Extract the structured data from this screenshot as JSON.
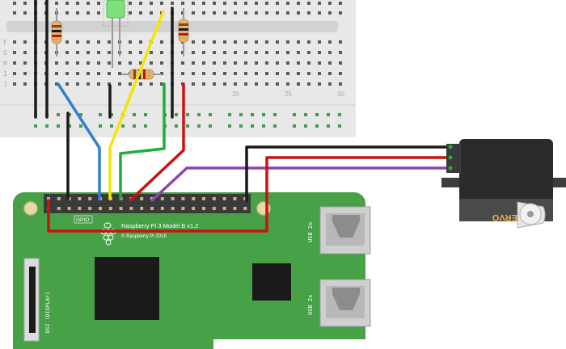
{
  "breadboard": {
    "row_labels": [
      "F",
      "G",
      "H",
      "I",
      "J"
    ],
    "column_numbers": [
      "20",
      "25",
      "30"
    ]
  },
  "raspberry_pi": {
    "model_text": "Raspberry Pi 3 Model B v1.2",
    "copyright_text": "© Raspberry Pi 2015",
    "gpio_label": "GPIO",
    "usb_label_1": "USB 2x",
    "usb_label_2": "USB 2x",
    "display_label": "DSI (DISPLAY)"
  },
  "servo": {
    "label": "SERVO"
  },
  "colors": {
    "board_green": "#46a147",
    "breadboard": "#e6e6e6",
    "wire_black": "#1a1a1a",
    "wire_blue": "#2f7fd0",
    "wire_yellow": "#f2e600",
    "wire_green": "#1fae3a",
    "wire_red": "#cc1111",
    "wire_purple": "#8e44ad",
    "led_green": "#7ee07a",
    "servo_body": "#2b2b2b"
  }
}
